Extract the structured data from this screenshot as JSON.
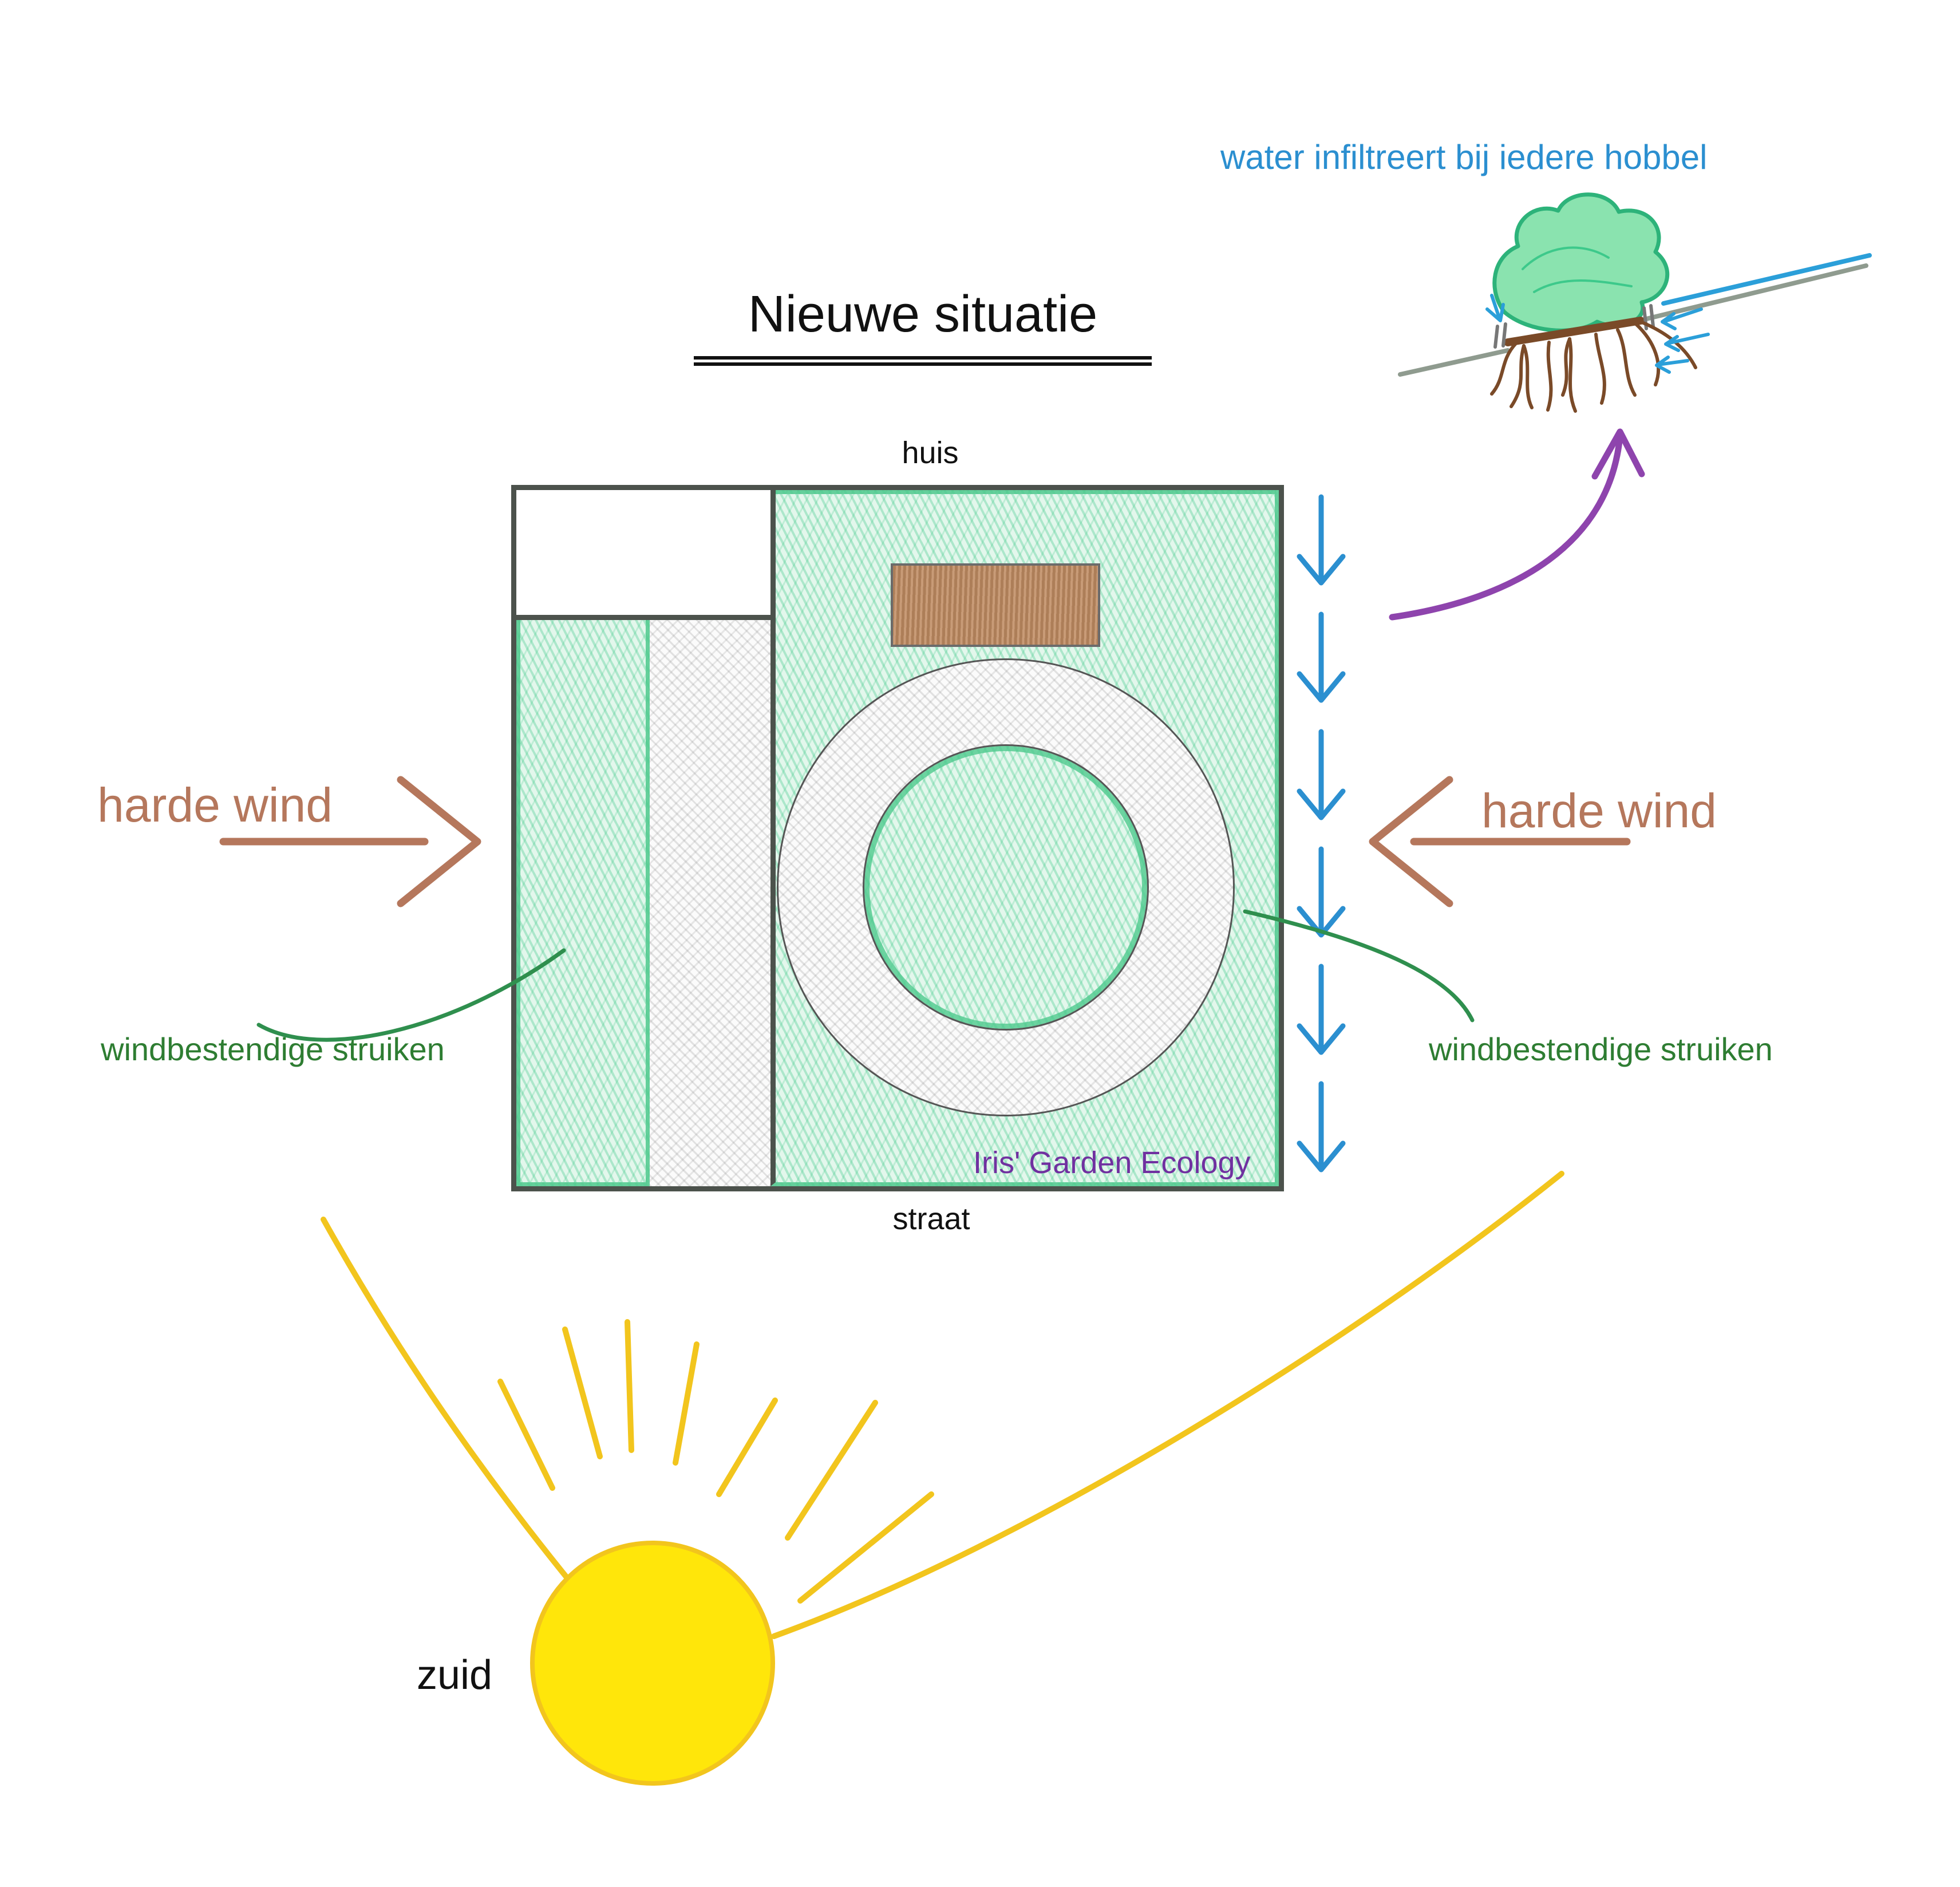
{
  "diagram": {
    "title": "Nieuwe situatie",
    "plan": {
      "top_label": "huis",
      "bottom_label": "straat",
      "credit": "Iris' Garden Ecology"
    },
    "wind": {
      "left_label": "harde wind",
      "right_label": "harde wind"
    },
    "shrubs": {
      "left_label": "windbestendige struiken",
      "right_label": "windbestendige struiken"
    },
    "water": {
      "caption": "water infiltreert bij iedere hobbel"
    },
    "sun": {
      "label": "zuid"
    },
    "colors": {
      "wind_text": "#b5775c",
      "shrub_text": "#2e7d32",
      "water_text": "#2b8fd0",
      "credit_text": "#7030a0",
      "plan_border": "#4c524c",
      "green_fill": "#7fd9a8",
      "path_gray": "#bdbdbd",
      "bench_brown": "#b98a63",
      "sun_yellow": "#ffe60a",
      "ray_gold": "#f2c51d",
      "arrow_blue": "#2b8fd0",
      "arrow_purple": "#8e44ad",
      "root_brown": "#7a4a28"
    }
  }
}
